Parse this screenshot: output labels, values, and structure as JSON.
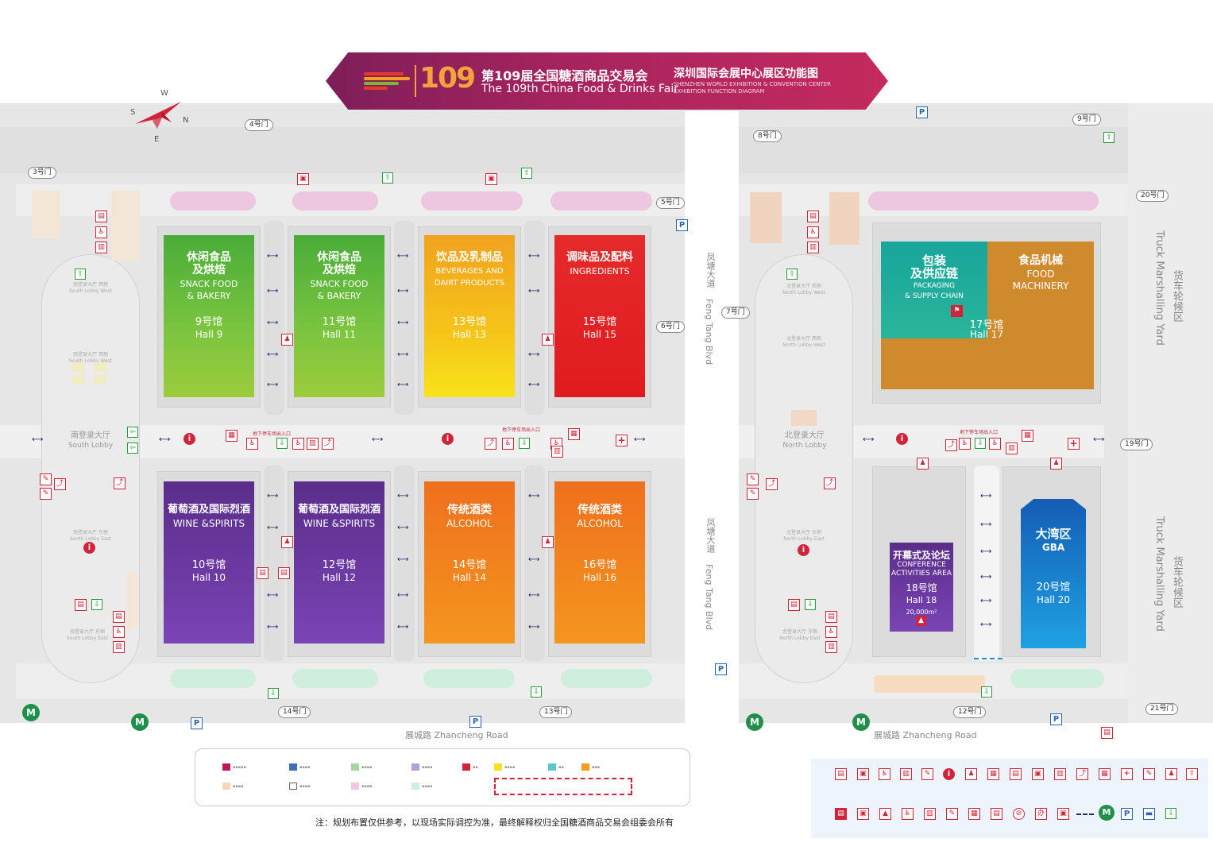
{
  "banner": {
    "logo_number": "109",
    "title_zh": "第109届全国糖酒商品交易会",
    "title_en": "The 109th China Food & Drinks Fair",
    "subtitle_zh": "深圳国际会展中心展区功能图",
    "subtitle_en": "SHENZHEN WORLD EXHIBITION & CONVENTION CENTER EXHIBITION FUNCTION DIAGRAM",
    "colors": {
      "start": "#7e1e5a",
      "end": "#c42a5e",
      "accent": "#f2a33a"
    }
  },
  "compass": {
    "n": "N",
    "s": "S",
    "e": "E",
    "w": "W"
  },
  "gates": {
    "g3": "3号门",
    "g4": "4号门",
    "g5": "5号门",
    "g6": "6号门",
    "g7": "7号门",
    "g8": "8号门",
    "g9": "9号门",
    "g12": "12号门",
    "g13": "13号门",
    "g14": "14号门",
    "g19": "19号门",
    "g20": "20号门",
    "g21": "21号门"
  },
  "halls": {
    "h9": {
      "zh": "休闲食品\n及烘焙",
      "en": "SNACK FOOD\n& BAKERY",
      "num_zh": "9号馆",
      "num_en": "Hall 9"
    },
    "h11": {
      "zh": "休闲食品\n及烘焙",
      "en": "SNACK FOOD\n& BAKERY",
      "num_zh": "11号馆",
      "num_en": "Hall 11"
    },
    "h13": {
      "zh": "饮品及乳制品",
      "en": "BEVERAGES AND\nDAIRT PRODUCTS",
      "num_zh": "13号馆",
      "num_en": "Hall 13"
    },
    "h15": {
      "zh": "调味品及配料",
      "en": "INGREDIENTS",
      "num_zh": "15号馆",
      "num_en": "Hall 15"
    },
    "h17a": {
      "zh": "包装\n及供应链",
      "en": "PACKAGING\n& SUPPLY CHAIN"
    },
    "h17b": {
      "zh": "食品机械",
      "en": "FOOD\nMACHINERY",
      "num_zh": "17号馆",
      "num_en": "Hall 17"
    },
    "h10": {
      "zh": "葡萄酒及国际烈酒",
      "en": "WINE &SPIRITS",
      "num_zh": "10号馆",
      "num_en": "Hall 10"
    },
    "h12": {
      "zh": "葡萄酒及国际烈酒",
      "en": "WINE &SPIRITS",
      "num_zh": "12号馆",
      "num_en": "Hall 12"
    },
    "h14": {
      "zh": "传统酒类",
      "en": "ALCOHOL",
      "num_zh": "14号馆",
      "num_en": "Hall 14"
    },
    "h16": {
      "zh": "传统酒类",
      "en": "ALCOHOL",
      "num_zh": "16号馆",
      "num_en": "Hall 16"
    },
    "h18": {
      "zh": "开幕式及论坛",
      "en": "CONFERENCE\nACTIVITIES AREA",
      "num_zh": "18号馆",
      "num_en": "Hall 18",
      "area": "20,000m²"
    },
    "h20": {
      "zh": "大湾区",
      "en": "GBA",
      "num_zh": "20号馆",
      "num_en": "Hall 20"
    }
  },
  "lobbies": {
    "south": {
      "zh": "南登录大厅",
      "en": "South Lobby"
    },
    "north": {
      "zh": "北登录大厅",
      "en": "North Lobby"
    },
    "south_west": {
      "zh": "南登录大厅 西侧",
      "en": "South Lobby West"
    },
    "south_east": {
      "zh": "南登录大厅 东侧",
      "en": "South Lobby East"
    },
    "north_west": {
      "zh": "北登录大厅 西侧",
      "en": "North Lobby West"
    },
    "north_east": {
      "zh": "北登录大厅 东侧",
      "en": "North Lobby East"
    }
  },
  "roads": {
    "fengtang_zh": "凤塘大道",
    "fengtang_en": "Feng Tang Blvd",
    "zhancheng_zh": "展城路",
    "zhancheng_en": "Zhancheng Road",
    "truck_zh": "货车轮候区",
    "truck_en": "Truck Marshalling Yard"
  },
  "parking_entrance": "地下停车场出入口",
  "note": "注：规划布置仅供参考，以现场实际调控为准，最终解释权归全国糖酒商品交易会组委会所有",
  "icons": {
    "metro": "metro-icon",
    "parking": "parking-icon",
    "info": "info-icon",
    "exit": "exit-icon",
    "first_aid": "first-aid-icon",
    "meeting": "meeting-icon"
  }
}
